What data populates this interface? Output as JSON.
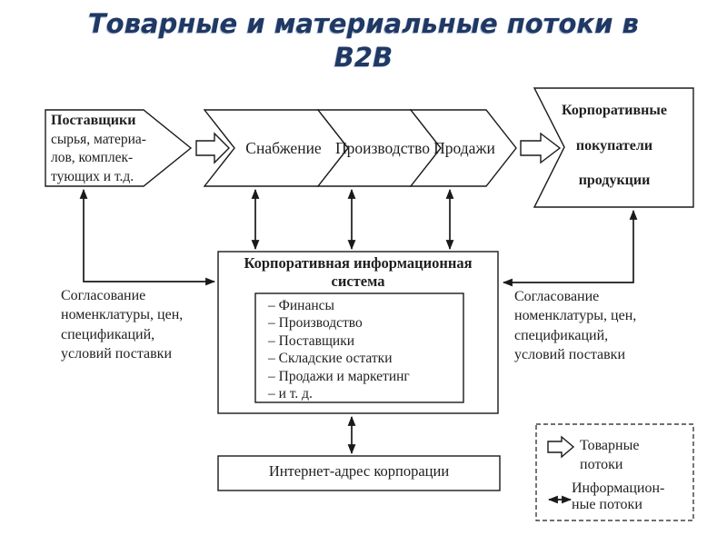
{
  "title": {
    "line1": "Товарные и материальные потоки в",
    "line2": "В2В"
  },
  "colors": {
    "title": "#1f3864",
    "ink": "#1a1a1a",
    "background": "#ffffff"
  },
  "supplier_box": {
    "heading": "Поставщики",
    "lines": [
      "сырья, материа-",
      "лов, комплек-",
      "тующих и т.д."
    ]
  },
  "goods_chain": {
    "stages": [
      "Снабжение",
      "Производство",
      "Продажи"
    ]
  },
  "buyers_box": {
    "lines": [
      "Корпоративные",
      "покупатели",
      "продукции"
    ]
  },
  "info_system": {
    "title_line1": "Корпоративная информационная",
    "title_line2": "система",
    "modules": [
      "– Финансы",
      "– Производство",
      "– Поставщики",
      "– Складские остатки",
      "– Продажи и маркетинг",
      "– и т. д."
    ]
  },
  "left_note": {
    "lines": [
      "Согласование",
      "номенклатуры, цен,",
      "спецификаций,",
      "условий поставки"
    ]
  },
  "right_note": {
    "lines": [
      "Согласование",
      "номенклатуры, цен,",
      "спецификаций,",
      "условий поставки"
    ]
  },
  "internet_box": {
    "label": "Интернет-адрес корпорации"
  },
  "legend": {
    "goods": {
      "line1": "Товарные",
      "line2": "потоки"
    },
    "info": {
      "line1": "Информацион-",
      "line2": "ные потоки"
    }
  }
}
